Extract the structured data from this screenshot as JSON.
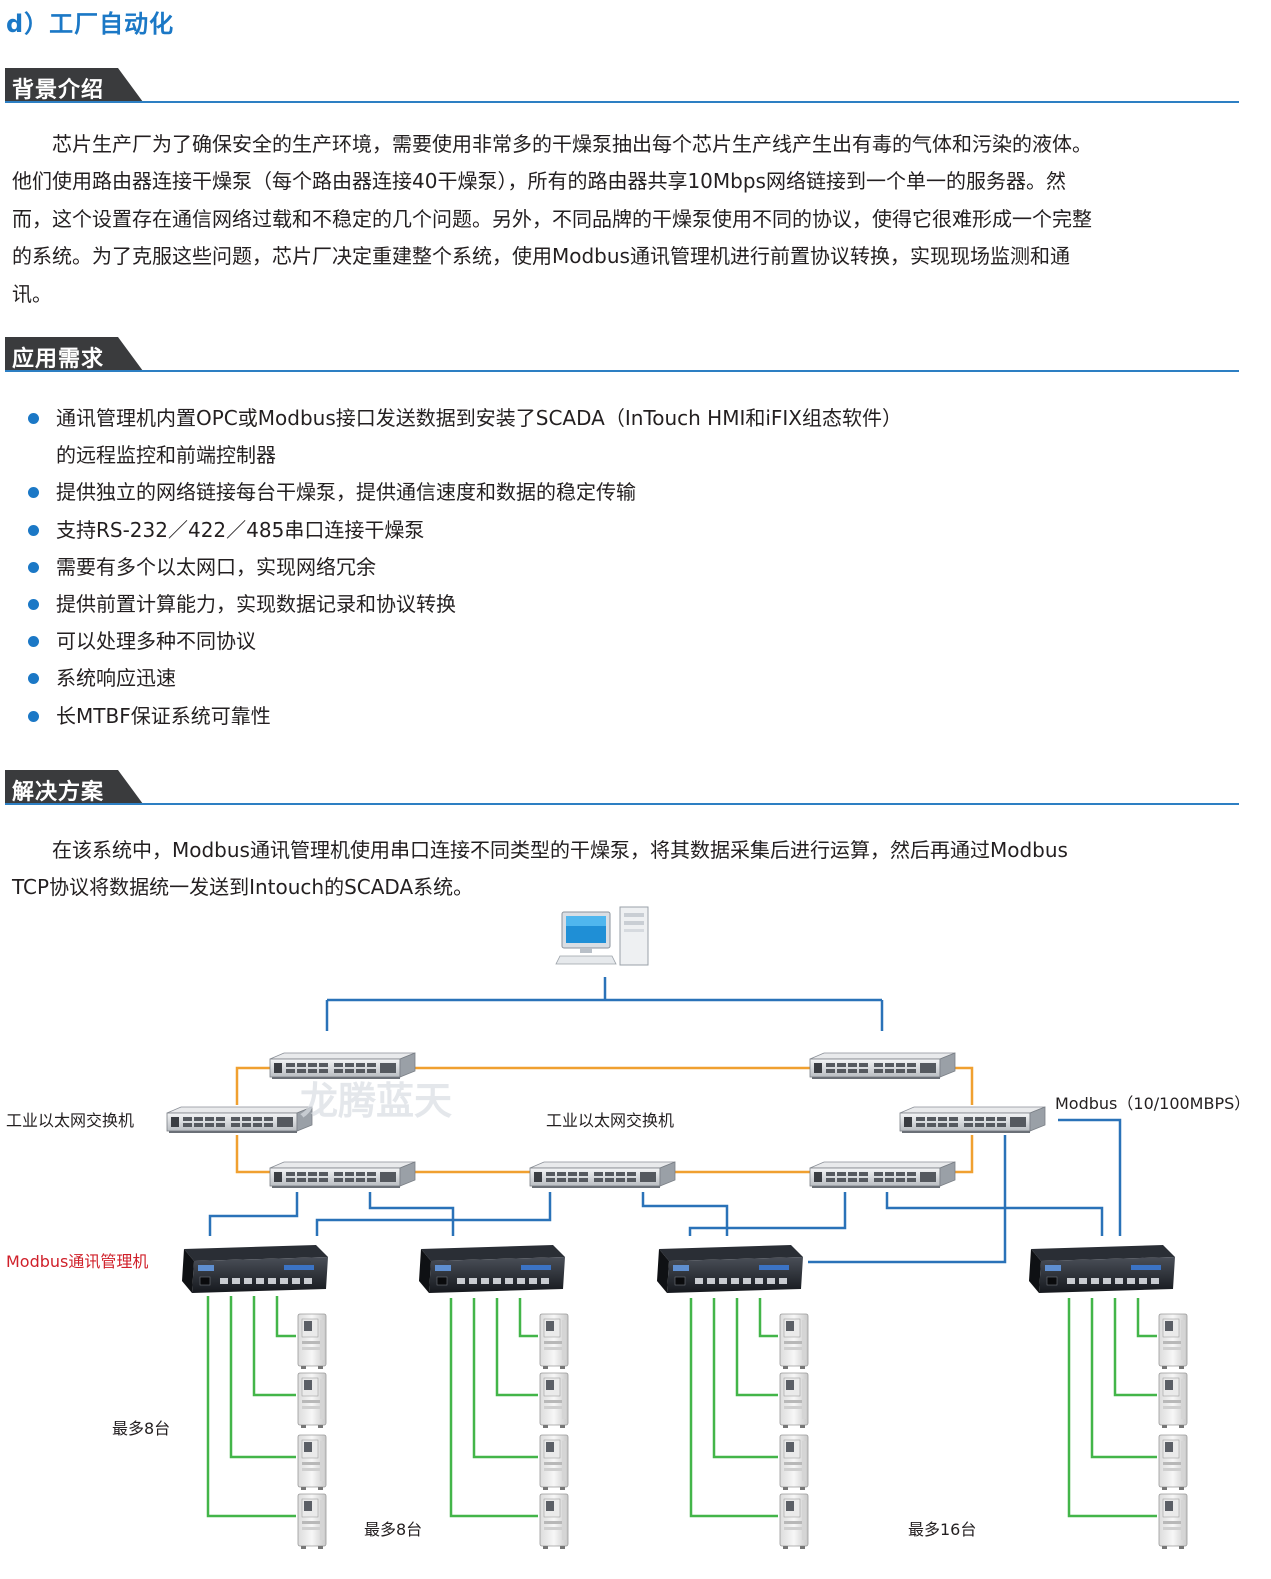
{
  "doc_title": "d）工厂自动化",
  "sections": {
    "background": {
      "heading": "背景介绍",
      "lines": [
        "　　芯片生产厂为了确保安全的生产环境，需要使用非常多的干燥泵抽出每个芯片生产线产生出有毒的气体和污染的液体。",
        "他们使用路由器连接干燥泵（每个路由器连接40干燥泵），所有的路由器共享10Mbps网络链接到一个单一的服务器。然",
        "而，这个设置存在通信网络过载和不稳定的几个问题。另外，不同品牌的干燥泵使用不同的协议，使得它很难形成一个完整",
        "的系统。为了克服这些问题，芯片厂决定重建整个系统，使用Modbus通讯管理机进行前置协议转换，实现现场监测和通",
        "讯。"
      ]
    },
    "requirements": {
      "heading": "应用需求",
      "items": [
        {
          "text": "通讯管理机内置OPC或Modbus接口发送数据到安装了SCADA（InTouch  HMI和iFIX组态软件）",
          "text2": "的远程监控和前端控制器"
        },
        {
          "text": "提供独立的网络链接每台干燥泵，提供通信速度和数据的稳定传输",
          "text2": ""
        },
        {
          "text": "支持RS-232／422／485串口连接干燥泵",
          "text2": ""
        },
        {
          "text": "需要有多个以太网口，实现网络冗余",
          "text2": ""
        },
        {
          "text": "提供前置计算能力，实现数据记录和协议转换",
          "text2": ""
        },
        {
          "text": "可以处理多种不同协议",
          "text2": ""
        },
        {
          "text": "系统响应迅速",
          "text2": ""
        },
        {
          "text": "长MTBF保证系统可靠性",
          "text2": ""
        }
      ]
    },
    "solution": {
      "heading": "解决方案",
      "lines": [
        "　　在该系统中，Modbus通讯管理机使用串口连接不同类型的干燥泵，将其数据采集后进行运算，然后再通过Modbus",
        "TCP协议将数据统一发送到Intouch的SCADA系统。"
      ]
    }
  },
  "diagram": {
    "label_switch_left": "工业以太网交换机",
    "label_switch_center": "工业以太网交换机",
    "label_modbus_speed": "Modbus（10/100MBPS）",
    "label_manager": "Modbus通讯管理机",
    "label_max8_left": "最多8台",
    "label_max8_bottom": "最多8台",
    "label_max16": "最多16台",
    "watermark": "龙腾蓝天",
    "colors": {
      "ethernet": "#2a72b8",
      "ring": "#f0a030",
      "serial": "#43b549",
      "manager_label": "#d0202a"
    }
  }
}
